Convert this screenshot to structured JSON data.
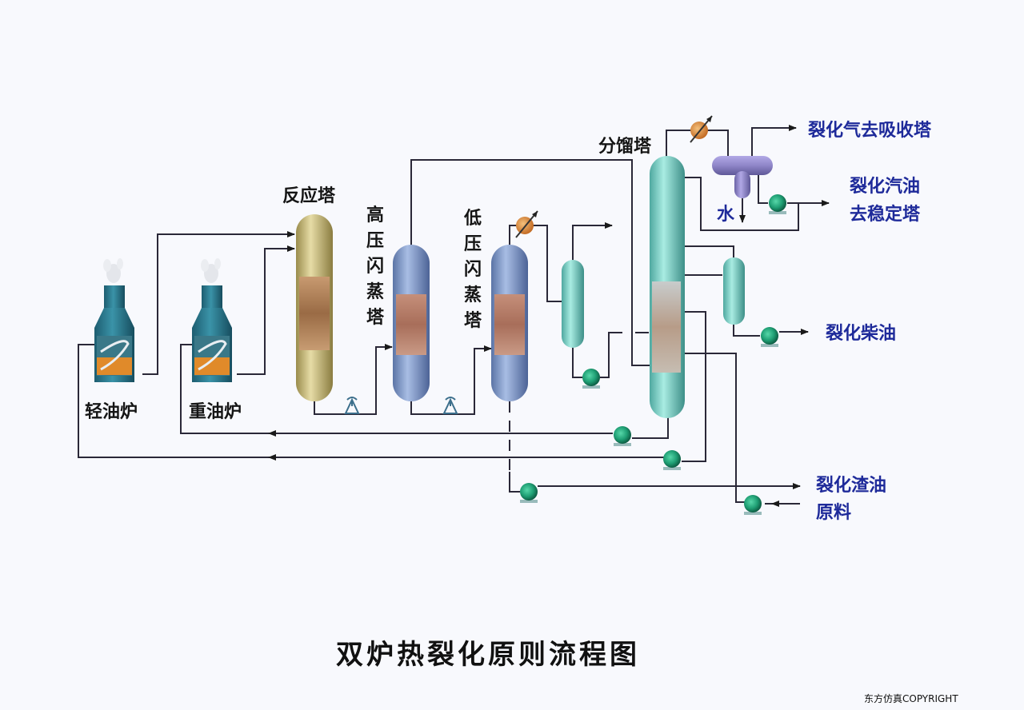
{
  "title": "双炉热裂化原则流程图",
  "copyright": "东方仿真COPYRIGHT",
  "equipment": {
    "light_oil_furnace": "轻油炉",
    "heavy_oil_furnace": "重油炉",
    "reaction_tower": "反应塔",
    "hp_flash_tower": [
      "高",
      "压",
      "闪",
      "蒸",
      "塔"
    ],
    "lp_flash_tower": [
      "低",
      "压",
      "闪",
      "蒸",
      "塔"
    ],
    "fractionator": "分馏塔",
    "water": "水"
  },
  "streams": {
    "cracked_gas": "裂化气去吸收塔",
    "cracked_gasoline_1": "裂化汽油",
    "cracked_gasoline_2": "去稳定塔",
    "cracked_diesel": "裂化柴油",
    "cracked_residue": "裂化渣油",
    "feedstock": "原料"
  },
  "colors": {
    "furnace": "#2f7f93",
    "flame": "#e08a2a",
    "reactor": "#c9bb7a",
    "flash_tower": "#7f9ac9",
    "fractionator": "#7fcfc4",
    "separator": "#8f86c8",
    "pump": "#22a67c",
    "heat_exchanger": "#d9893a",
    "label_blue": "#1e2a9a"
  }
}
